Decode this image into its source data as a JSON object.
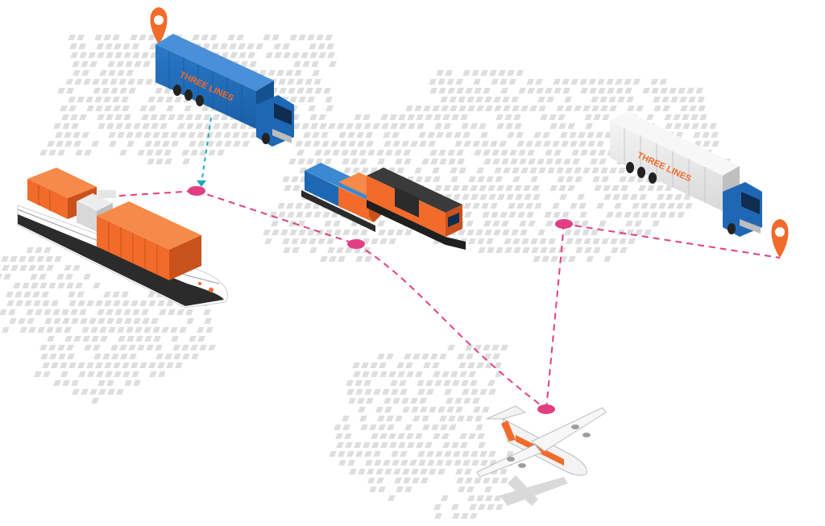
{
  "brand": {
    "logo_text": "THREE LINES",
    "accent_orange": "#F26B2A",
    "truck_blue": "#1E67B5",
    "route_pink": "#E23E84",
    "route_teal": "#1FA9B7",
    "map_gray": "#DEDEDE"
  },
  "nodes": [
    {
      "id": "origin-pin",
      "icon": "map-pin-icon"
    },
    {
      "id": "truck-blue",
      "icon": "truck-icon"
    },
    {
      "id": "ship",
      "icon": "container-ship-icon"
    },
    {
      "id": "train",
      "icon": "freight-train-icon"
    },
    {
      "id": "plane",
      "icon": "cargo-plane-icon"
    },
    {
      "id": "truck-white",
      "icon": "truck-icon"
    },
    {
      "id": "destination-pin",
      "icon": "map-pin-icon"
    }
  ]
}
